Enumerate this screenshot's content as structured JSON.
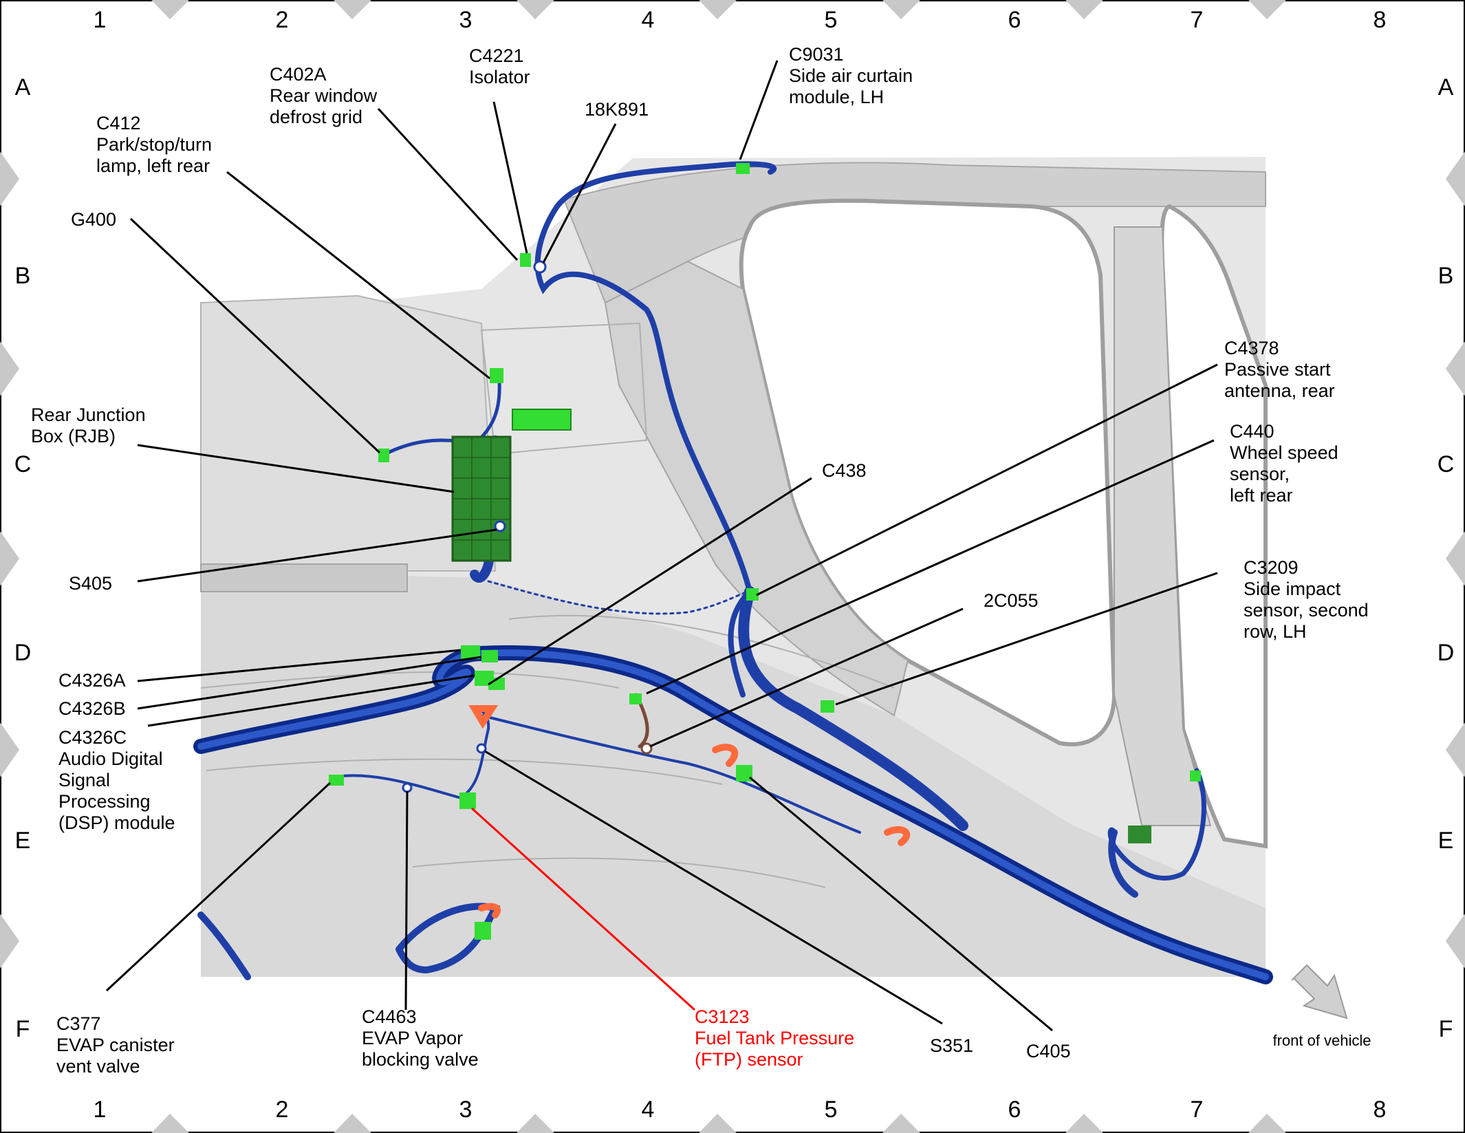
{
  "grid": {
    "columns": [
      "1",
      "2",
      "3",
      "4",
      "5",
      "6",
      "7",
      "8"
    ],
    "rows": [
      "A",
      "B",
      "C",
      "D",
      "E",
      "F"
    ]
  },
  "callouts": {
    "c4221": {
      "lines": [
        "C4221",
        "Isolator"
      ]
    },
    "c9031": {
      "lines": [
        "C9031",
        "Side air curtain",
        "module, LH"
      ]
    },
    "c402a": {
      "lines": [
        "C402A",
        "Rear window",
        "defrost grid"
      ]
    },
    "k18k891": {
      "lines": [
        "18K891"
      ]
    },
    "c412": {
      "lines": [
        "C412",
        "Park/stop/turn",
        "lamp, left rear"
      ]
    },
    "g400": {
      "lines": [
        "G400"
      ]
    },
    "rjb": {
      "lines": [
        "Rear Junction",
        "Box (RJB)"
      ]
    },
    "c4378": {
      "lines": [
        "C4378",
        "Passive start",
        "antenna, rear"
      ]
    },
    "c440": {
      "lines": [
        "C440",
        "Wheel speed",
        "sensor,",
        "left rear"
      ]
    },
    "c438": {
      "lines": [
        "C438"
      ]
    },
    "s405": {
      "lines": [
        "S405"
      ]
    },
    "c3209": {
      "lines": [
        "C3209",
        "Side impact",
        "sensor, second",
        "row, LH"
      ]
    },
    "c2c055": {
      "lines": [
        "2C055"
      ]
    },
    "c4326a": {
      "lines": [
        "C4326A"
      ]
    },
    "c4326b": {
      "lines": [
        "C4326B"
      ]
    },
    "c4326c": {
      "lines": [
        "C4326C",
        "Audio Digital",
        "Signal",
        "Processing",
        "(DSP) module"
      ]
    },
    "c377": {
      "lines": [
        "C377",
        "EVAP canister",
        "vent valve"
      ]
    },
    "c4463": {
      "lines": [
        "C4463",
        "EVAP Vapor",
        "blocking valve"
      ]
    },
    "c3123": {
      "lines": [
        "C3123",
        "Fuel Tank Pressure",
        "(FTP) sensor"
      ]
    },
    "s351": {
      "lines": [
        "S351"
      ]
    },
    "c405": {
      "lines": [
        "C405"
      ]
    }
  },
  "front_of_vehicle": "front of vehicle",
  "colors": {
    "harness": "#1f3fa8",
    "harness_dark": "#0d2a8a",
    "connector": "#33dd33",
    "highlight": "#ff0000",
    "vacuum_line": "#ff6a3d",
    "body_panel": "#e2e2e2",
    "border_mark": "#c8c8c8"
  }
}
